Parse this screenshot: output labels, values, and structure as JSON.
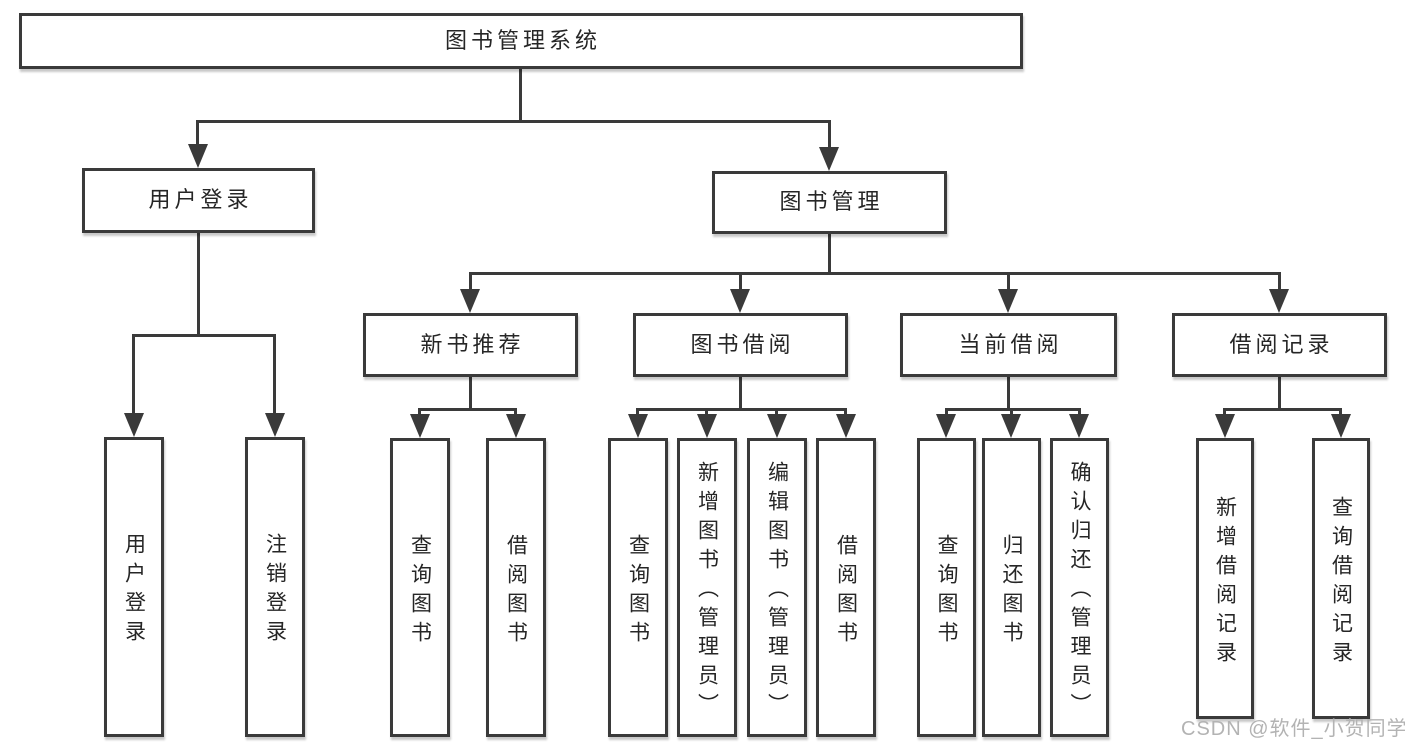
{
  "colors": {
    "line": "#3a3a3a",
    "text": "#262626",
    "background": "#ffffff",
    "watermark": "#b3b3b3"
  },
  "root": {
    "label": "图书管理系统"
  },
  "level2": [
    {
      "id": "user-login",
      "label": "用户登录"
    },
    {
      "id": "book-management",
      "label": "图书管理"
    }
  ],
  "level3": [
    {
      "id": "new-book-recommend",
      "label": "新书推荐"
    },
    {
      "id": "book-borrowing",
      "label": "图书借阅"
    },
    {
      "id": "current-borrowing",
      "label": "当前借阅"
    },
    {
      "id": "borrowing-records",
      "label": "借阅记录"
    }
  ],
  "leaves": {
    "user_login": [
      {
        "label": "用户登录"
      },
      {
        "label": "注销登录"
      }
    ],
    "new_book_recommend": [
      {
        "label": "查询图书"
      },
      {
        "label": "借阅图书"
      }
    ],
    "book_borrowing": [
      {
        "label": "查询图书"
      },
      {
        "label": "新增图书（管理员）"
      },
      {
        "label": "编辑图书（管理员）"
      },
      {
        "label": "借阅图书"
      }
    ],
    "current_borrowing": [
      {
        "label": "查询图书"
      },
      {
        "label": "归还图书"
      },
      {
        "label": "确认归还（管理员）"
      }
    ],
    "borrowing_records": [
      {
        "label": "新增借阅记录"
      },
      {
        "label": "查询借阅记录"
      }
    ]
  },
  "watermark": {
    "text": "CSDN @软件_小贺同学"
  }
}
